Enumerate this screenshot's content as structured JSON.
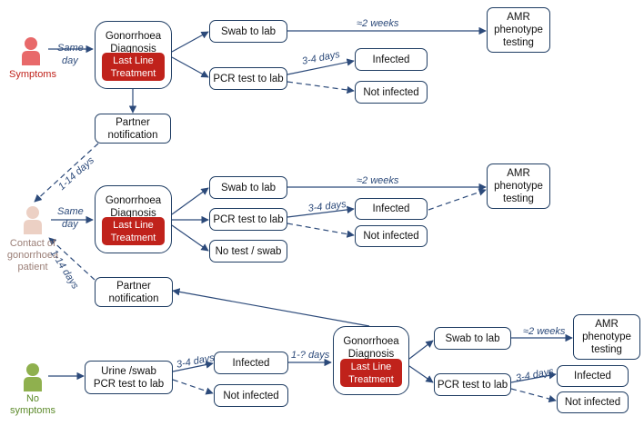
{
  "colors": {
    "line": "#2c4a7a",
    "box_border": "#1f3d63",
    "treatment": "#c0221b",
    "symptoms_person": "#e8696a",
    "symptoms_text": "#c0221b",
    "contact_person": "#ecd0c4",
    "contact_text": "#9b7f77",
    "nosymptoms_person": "#8fb04e",
    "nosymptoms_text": "#5c8a2a"
  },
  "groups": {
    "symptoms": {
      "label": "Symptoms",
      "icon": "person-icon"
    },
    "contact": {
      "label_line1": "Contact of",
      "label_line2": "gonorrhoea",
      "label_line3": "patient",
      "icon": "person-icon"
    },
    "no_symptoms": {
      "label_line1": "No",
      "label_line2": "symptoms",
      "icon": "person-icon"
    }
  },
  "diagnosis": {
    "title_line1": "Gonorrhoea",
    "title_line2": "Diagnosis",
    "treatment_line1": "Last Line",
    "treatment_line2": "Treatment"
  },
  "nodes": {
    "swab_to_lab": "Swab to lab",
    "pcr_test_to_lab": "PCR test to lab",
    "infected": "Infected",
    "not_infected": "Not infected",
    "amr_line1": "AMR",
    "amr_line2": "phenotype",
    "amr_line3": "testing",
    "partner_line1": "Partner",
    "partner_line2": "notification",
    "no_test": "No test / swab",
    "urine_line1": "Urine /swab",
    "urine_line2": "PCR test to lab"
  },
  "edge_labels": {
    "same_day_1": "Same",
    "same_day_2": "day",
    "two_weeks": "≈2 weeks",
    "three_four_days": "3-4 days",
    "one_fourteen_days": "1-14 days",
    "one_q_days": "1-? days"
  }
}
